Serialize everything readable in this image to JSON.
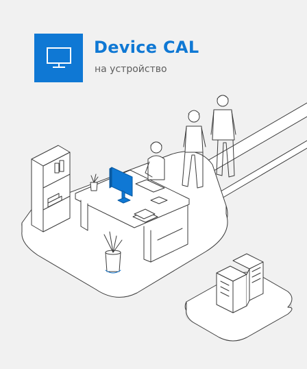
{
  "header": {
    "title": "Device CAL",
    "subtitle": "на устройство",
    "badge_icon": "monitor-icon"
  },
  "colors": {
    "accent": "#0f78d4",
    "background": "#f1f1f1",
    "line": "#3a3a3a",
    "shadow": "#dcdcdc"
  },
  "illustration": {
    "people_count": 3,
    "server_count": 2
  }
}
